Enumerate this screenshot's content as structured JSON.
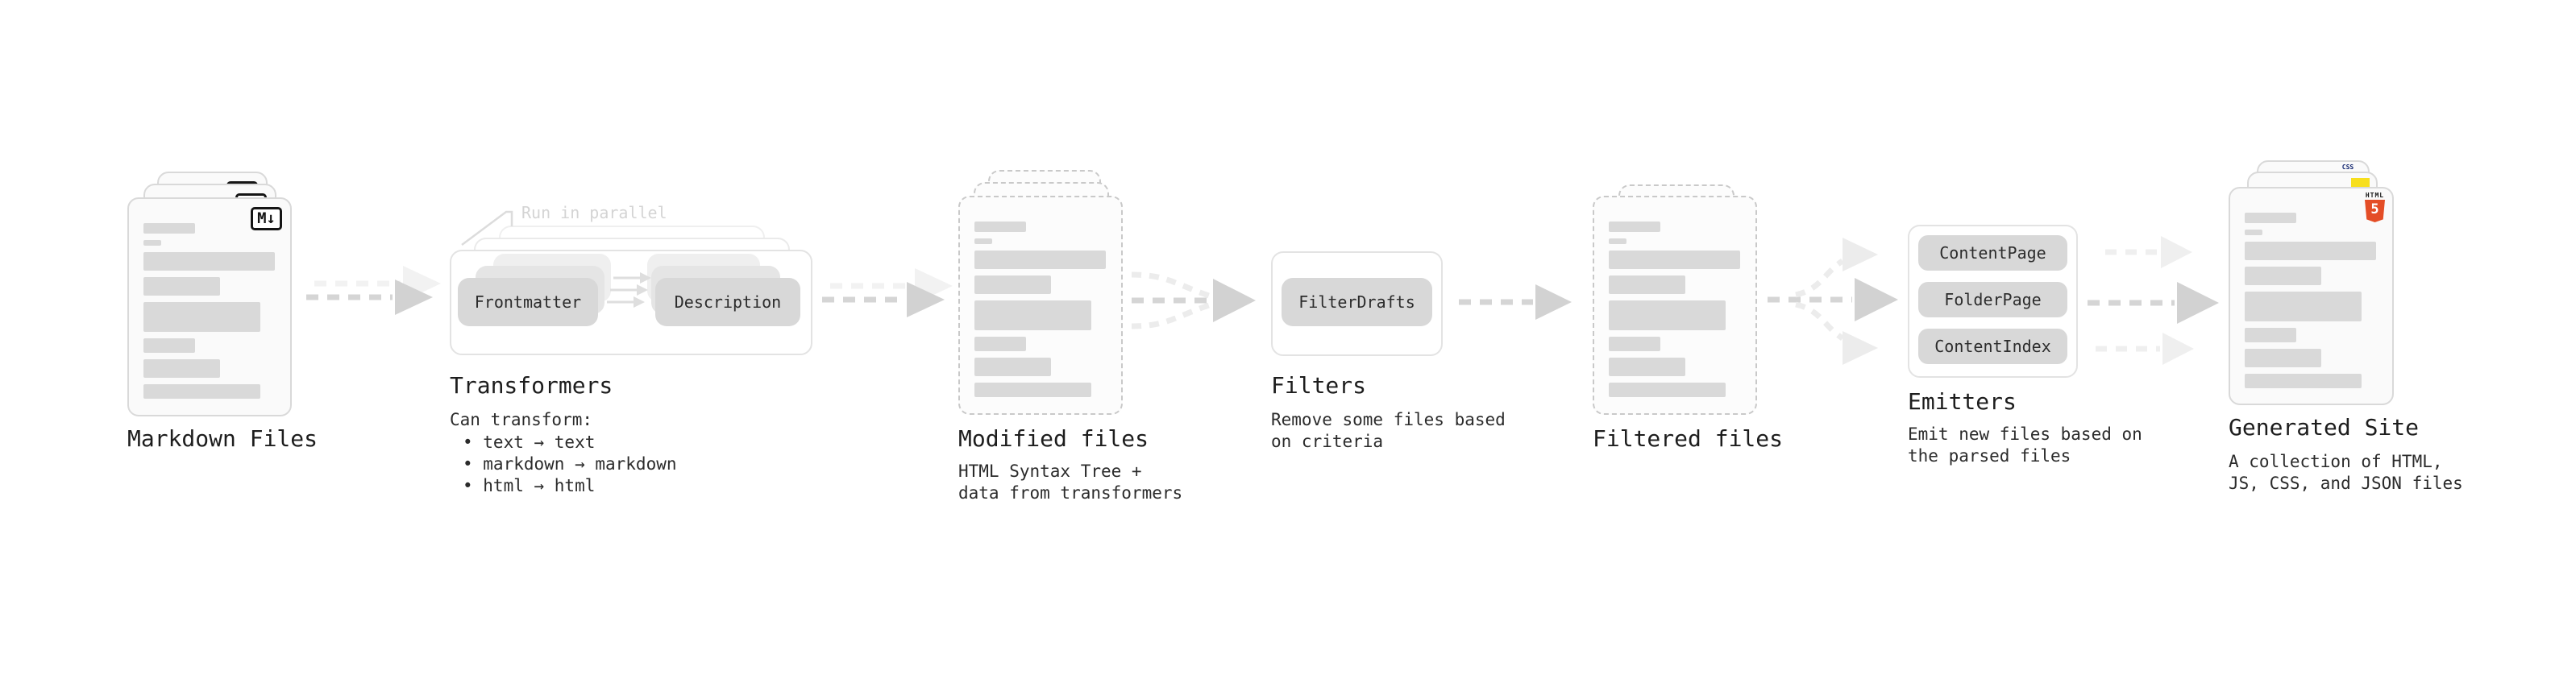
{
  "stages": {
    "markdown_files": {
      "title": "Markdown Files"
    },
    "transformers": {
      "annotation": "Run in parallel",
      "pill_left": "Frontmatter",
      "pill_right": "Description",
      "title": "Transformers",
      "lead": "Can transform:",
      "bullets": [
        "• text → text",
        "• markdown → markdown",
        "• html → html"
      ]
    },
    "modified_files": {
      "title": "Modified files",
      "subtitle": "HTML Syntax Tree +\ndata from transformers"
    },
    "filters": {
      "pill": "FilterDrafts",
      "title": "Filters",
      "subtitle": "Remove some files based\non criteria"
    },
    "filtered_files": {
      "title": "Filtered files"
    },
    "emitters": {
      "pills": [
        "ContentPage",
        "FolderPage",
        "ContentIndex"
      ],
      "title": "Emitters",
      "subtitle": "Emit new files based on\nthe parsed files"
    },
    "generated_site": {
      "title": "Generated Site",
      "subtitle": "A collection of HTML,\nJS, CSS, and JSON files"
    }
  },
  "icons": {
    "markdown_badge": "M↓",
    "css_badge": "CSS",
    "html5_label": "HTML",
    "html5_number": "5"
  },
  "colors": {
    "html5_orange": "#e44d26",
    "js_yellow": "#f7df1e",
    "css_blue": "#2d53e5"
  }
}
